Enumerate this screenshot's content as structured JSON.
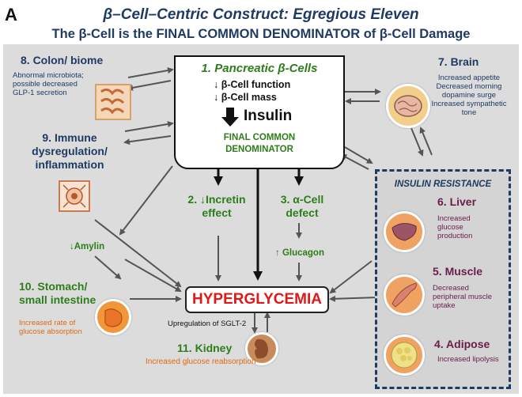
{
  "panel_letter": "A",
  "title": "β–Cell–Centric Construct: Egregious Eleven",
  "subtitle": "The β-Cell is the FINAL COMMON DENOMINATOR of β-Cell Damage",
  "pancreas": {
    "title": "1. Pancreatic β-Cells",
    "line1": "↓ β-Cell function",
    "line2": "↓ β-Cell mass",
    "insulin": "Insulin",
    "fcd1": "FINAL COMMON",
    "fcd2": "DENOMINATOR"
  },
  "colon": {
    "title": "8. Colon/ biome",
    "d1": "Abnormal microbiota;",
    "d2": "possible decreased",
    "d3": "GLP-1 secretion"
  },
  "immune": {
    "l1": "9. Immune",
    "l2": "dysregulation/",
    "l3": "inflammation"
  },
  "brain": {
    "title": "7. Brain",
    "d1": "Increased appetite",
    "d2": "Decreased morning",
    "d3": "dopamine surge",
    "d4": "Increased sympathetic",
    "d5": "tone"
  },
  "incretin": {
    "l1": "2. ↓Incretin",
    "l2": "effect"
  },
  "alpha": {
    "l1": "3. α-Cell",
    "l2": "defect"
  },
  "glucagon": "↑ Glucagon",
  "amylin": "↓Amylin",
  "stomach": {
    "l1": "10. Stomach/",
    "l2": "small intestine",
    "d1": "Increased rate of",
    "d2": "glucose absorption"
  },
  "hyperglycemia": "HYPERGLYCEMIA",
  "sglt2": "Upregulation of SGLT-2",
  "kidney": {
    "title": "11. Kidney",
    "desc": "Increased glucose reabsorption"
  },
  "insulin_resistance": {
    "title": "INSULIN RESISTANCE",
    "liver": {
      "title": "6. Liver",
      "d1": "Increased",
      "d2": "glucose",
      "d3": "production"
    },
    "muscle": {
      "title": "5. Muscle",
      "d1": "Decreased",
      "d2": "peripheral muscle",
      "d3": "uptake"
    },
    "adipose": {
      "title": "4. Adipose",
      "d1": "Increased lipolysis"
    }
  },
  "colors": {
    "navy": "#1f3a63",
    "green": "#2e7d1a",
    "purple": "#6a1d4a",
    "orange": "#e06a12",
    "red": "#e01818",
    "panel": "#dcdcdc"
  }
}
